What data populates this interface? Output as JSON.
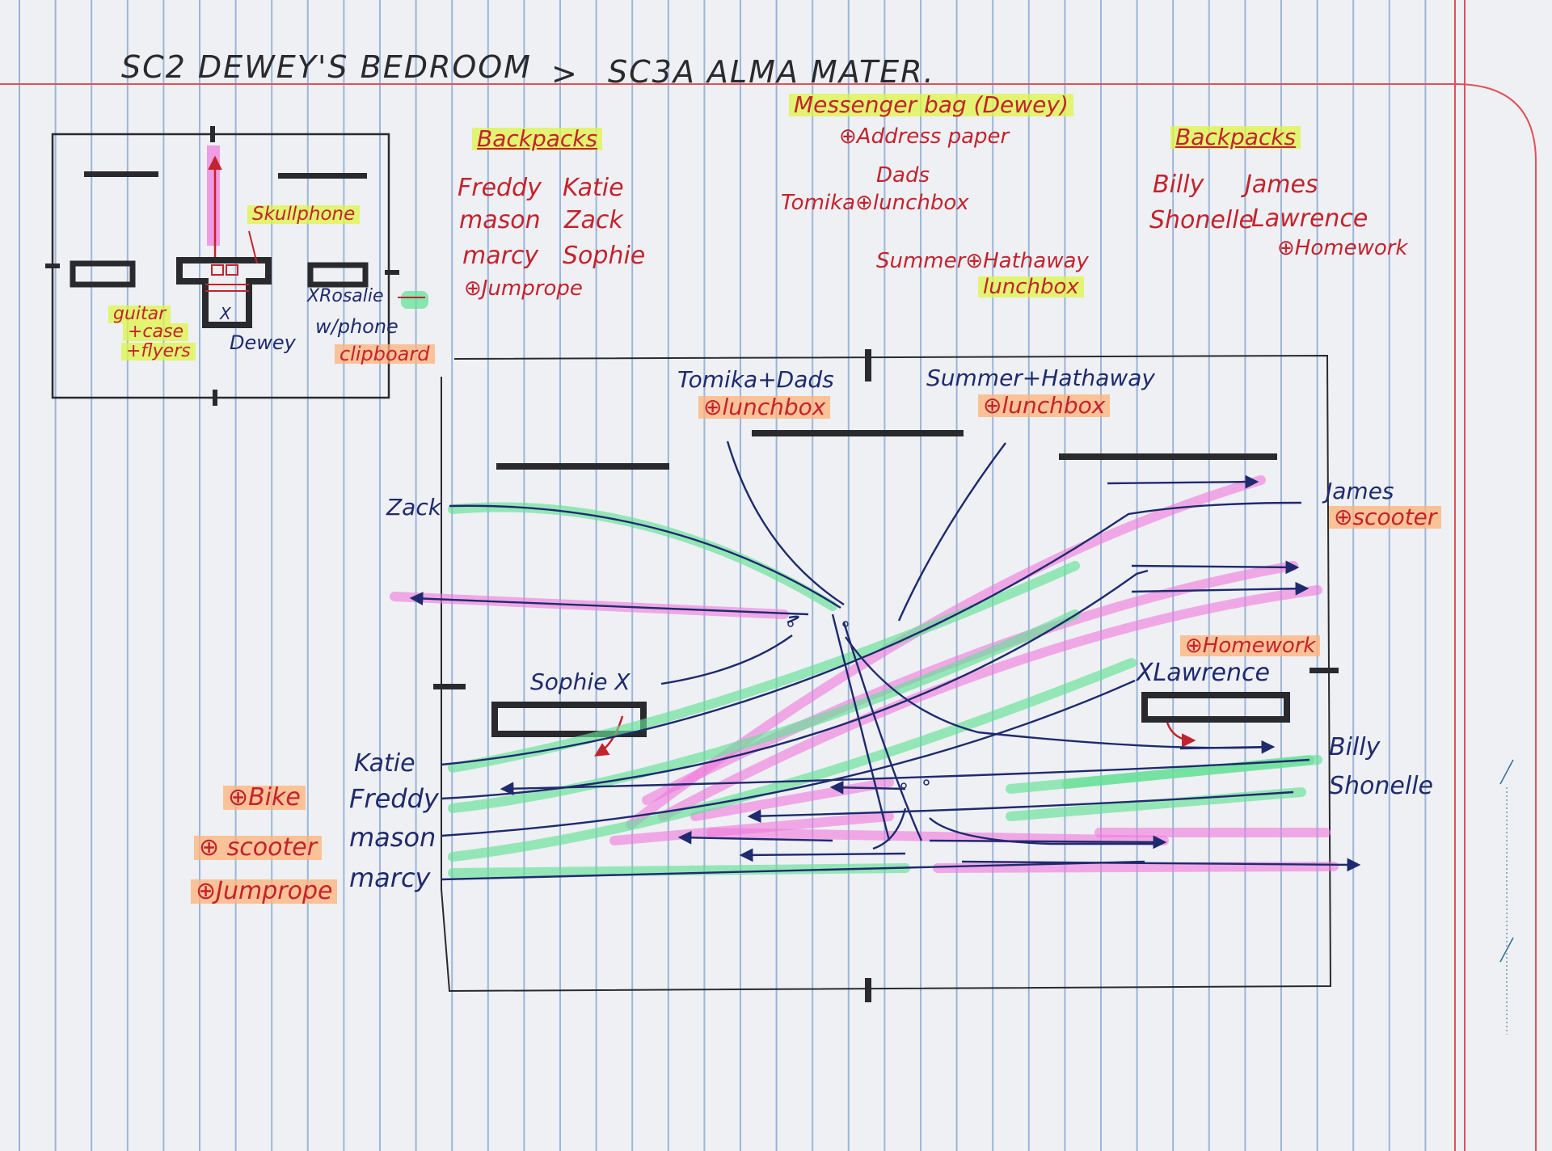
{
  "title": {
    "scene_from": "SC2 DEWEY'S BEDROOM",
    "arrow": ">",
    "scene_to": "SC3A ALMA MATER."
  },
  "bedroom": {
    "skullphone": "Skullphone",
    "guitar_lines": [
      "guitar",
      "+case",
      "+flyers"
    ],
    "dewey": "Dewey",
    "dewey_x": "X",
    "rosalie_lines": [
      "XRosalie",
      "w/phone",
      "clipboard"
    ]
  },
  "props_left": {
    "heading": "Backpacks",
    "names": [
      "Freddy",
      "Katie",
      "mason",
      "Zack",
      "marcy",
      "Sophie"
    ],
    "extra": "⊕Jumprope"
  },
  "props_center": {
    "messenger_lines": [
      "Messenger bag (Dewey)",
      "⊕Address paper"
    ],
    "dads": "Dads",
    "tomika": "Tomika⊕lunchbox",
    "summer_lines": [
      "Summer⊕Hathaway",
      "lunchbox"
    ]
  },
  "props_right": {
    "heading": "Backpacks",
    "names": [
      "Billy",
      "James",
      "Shonelle",
      "Lawrence"
    ],
    "extra": "⊕Homework"
  },
  "stage": {
    "tomika_dads": "Tomika+Dads",
    "tomika_lunch": "⊕lunchbox",
    "summer_hathaway": "Summer+Hathaway",
    "summer_lunch": "⊕lunchbox",
    "zack": "Zack",
    "james": "James",
    "james_prop": "⊕scooter",
    "sophie": "Sophie X",
    "homework": "⊕Homework",
    "lawrence": "XLawrence",
    "katie": "Katie",
    "freddy": "Freddy",
    "freddy_prop": "⊕Bike",
    "mason": "mason",
    "mason_prop": "⊕ scooter",
    "marcy": "marcy",
    "marcy_prop": "⊕Jumprope",
    "billy": "Billy",
    "shonelle": "Shonelle"
  },
  "colors": {
    "ink_black": "#2a2a2e",
    "ink_blue": "#1f2a6e",
    "ink_red": "#c3232e",
    "ink_magenta": "#c630c0",
    "hl_yellow": "#def546",
    "hl_orange": "#ffb278",
    "hl_green": "#64e196",
    "hl_pink": "#f078dc",
    "paper": "#eef0f3",
    "rule_blue": "#9bb6d8",
    "margin_red": "#e0505a"
  }
}
